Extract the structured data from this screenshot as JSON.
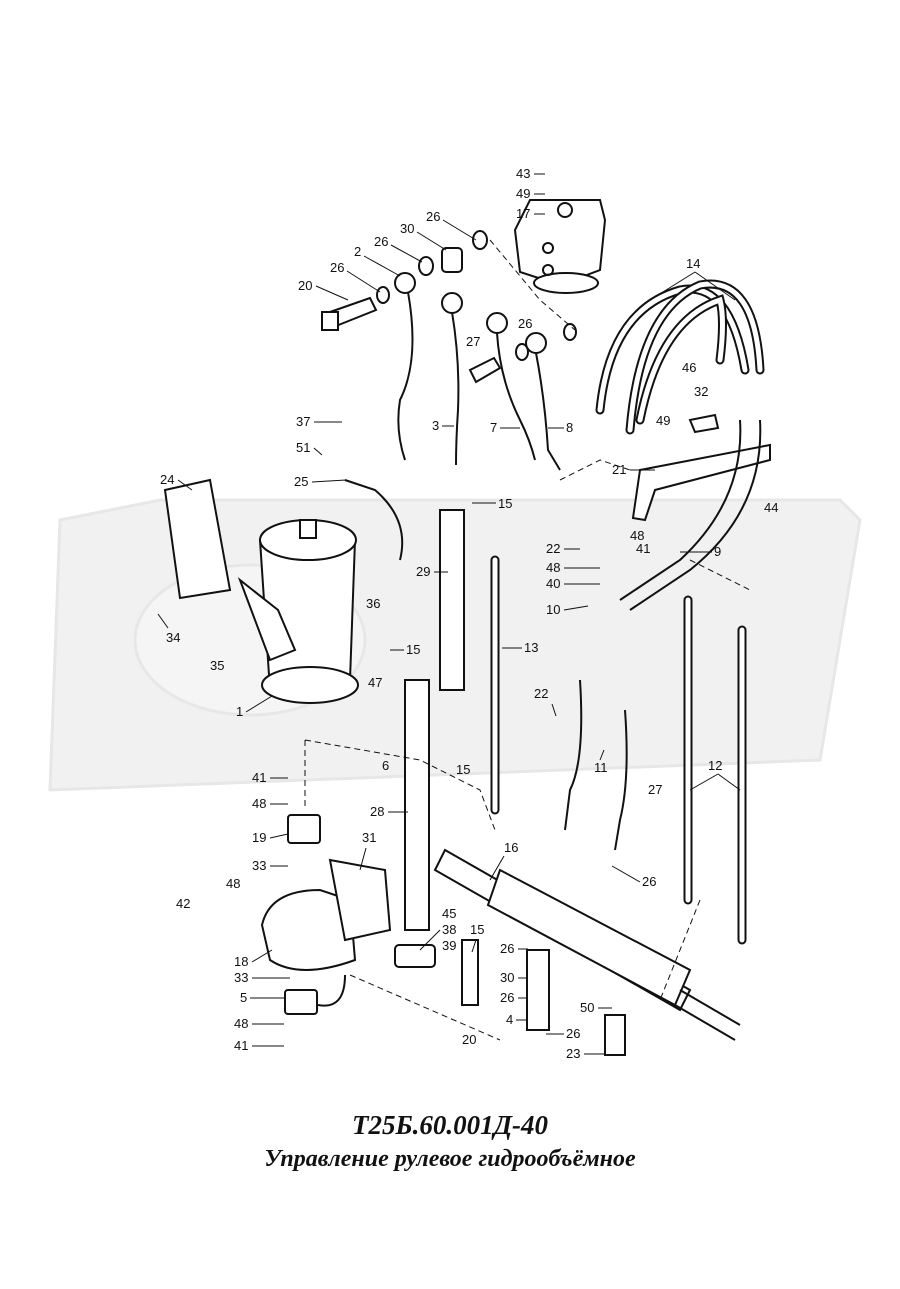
{
  "drawing": {
    "code": "Т25Б.60.001Д-40",
    "title": "Управление рулевое гидрообъёмное"
  },
  "labels": {
    "p1": "1",
    "p2": "2",
    "p3": "3",
    "p4": "4",
    "p5": "5",
    "p6": "6",
    "p7": "7",
    "p8": "8",
    "p9": "9",
    "p10": "10",
    "p11": "11",
    "p12": "12",
    "p13": "13",
    "p14": "14",
    "p15": "15",
    "p16": "16",
    "p17": "17",
    "p18": "18",
    "p19": "19",
    "p20": "20",
    "p21": "21",
    "p22": "22",
    "p23": "23",
    "p24": "24",
    "p25": "25",
    "p26": "26",
    "p27": "27",
    "p28": "28",
    "p29": "29",
    "p30": "30",
    "p31": "31",
    "p32": "32",
    "p33": "33",
    "p34": "34",
    "p35": "35",
    "p36": "36",
    "p37": "37",
    "p38": "38",
    "p39": "39",
    "p40": "40",
    "p41": "41",
    "p42": "42",
    "p43": "43",
    "p44": "44",
    "p45": "45",
    "p46": "46",
    "p47": "47",
    "p48": "48",
    "p49": "49",
    "p50": "50",
    "p51": "51"
  },
  "colors": {
    "ink": "#111111",
    "watermark": "#cfcfcf"
  }
}
